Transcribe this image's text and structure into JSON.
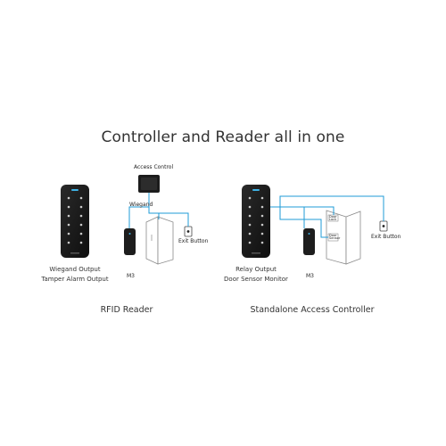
{
  "title": "Controller and Reader all in one",
  "left": {
    "caption": "RFID Reader",
    "features": [
      "Wiegand Output",
      "Tamper Alarm Output"
    ],
    "access_control_label": "Access Control",
    "wiegand_label": "Wiegand",
    "exit_button_label": "Exit Button",
    "m3_label": "M3"
  },
  "right": {
    "caption": "Standalone Access Controller",
    "features": [
      "Relay Output",
      "Door Sensor Monitor"
    ],
    "exit_button_label": "Exit Button",
    "m3_label": "M3",
    "door_lock_label": "Door Lock",
    "door_sensor_label": "Door Sensor"
  },
  "colors": {
    "wire": "#1f9bd7",
    "device": "#1a1a1a",
    "accent": "#3fb3e6"
  }
}
